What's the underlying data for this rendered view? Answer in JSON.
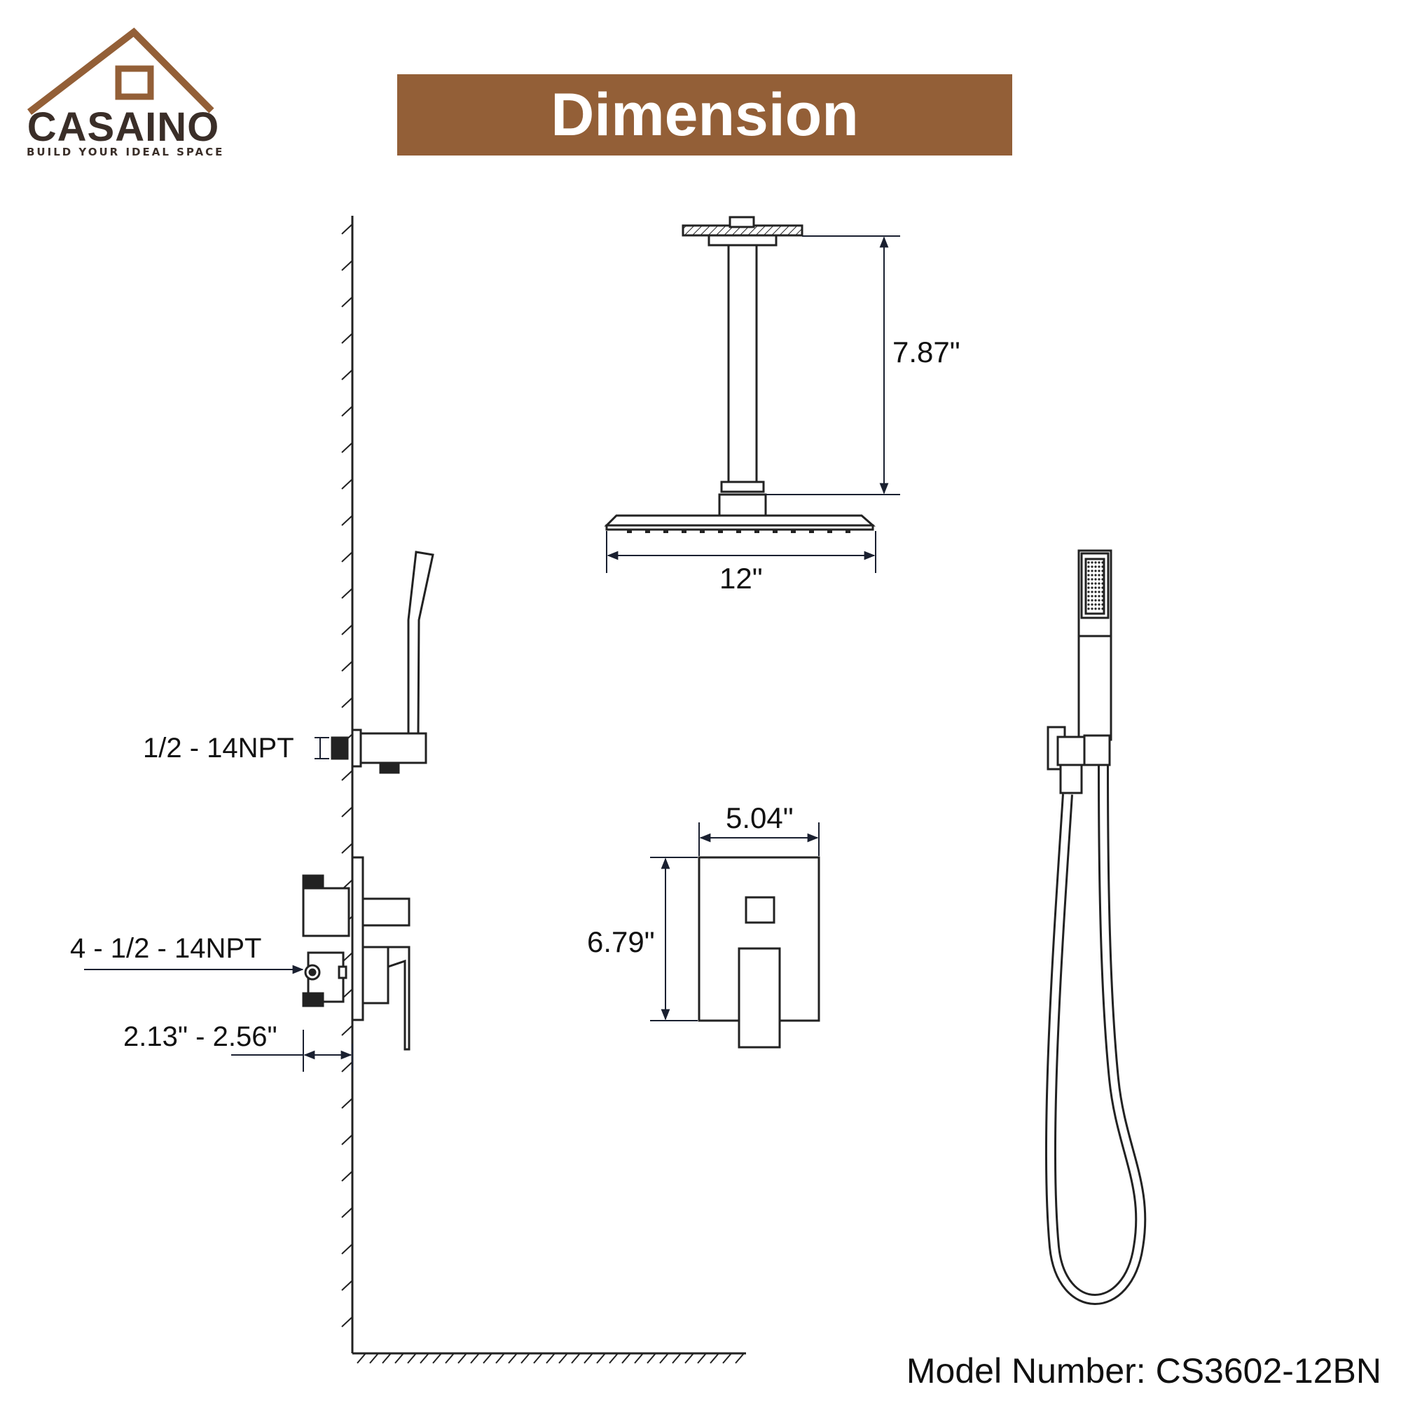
{
  "brand": {
    "name": "CASAINO",
    "tagline": "BUILD YOUR IDEAL SPACE",
    "color": "#935f37"
  },
  "banner": {
    "title": "Dimension",
    "background": "#935f37"
  },
  "dimensions": {
    "arm_height": "7.87\"",
    "head_width": "12\"",
    "plate_width": "5.04\"",
    "plate_height": "6.79\"",
    "inlet_thread": "1/2 - 14NPT",
    "valve_thread": "4 - 1/2 - 14NPT",
    "wall_depth": "2.13\" - 2.56\""
  },
  "model": {
    "text": "Model Number: CS3602-12BN"
  }
}
